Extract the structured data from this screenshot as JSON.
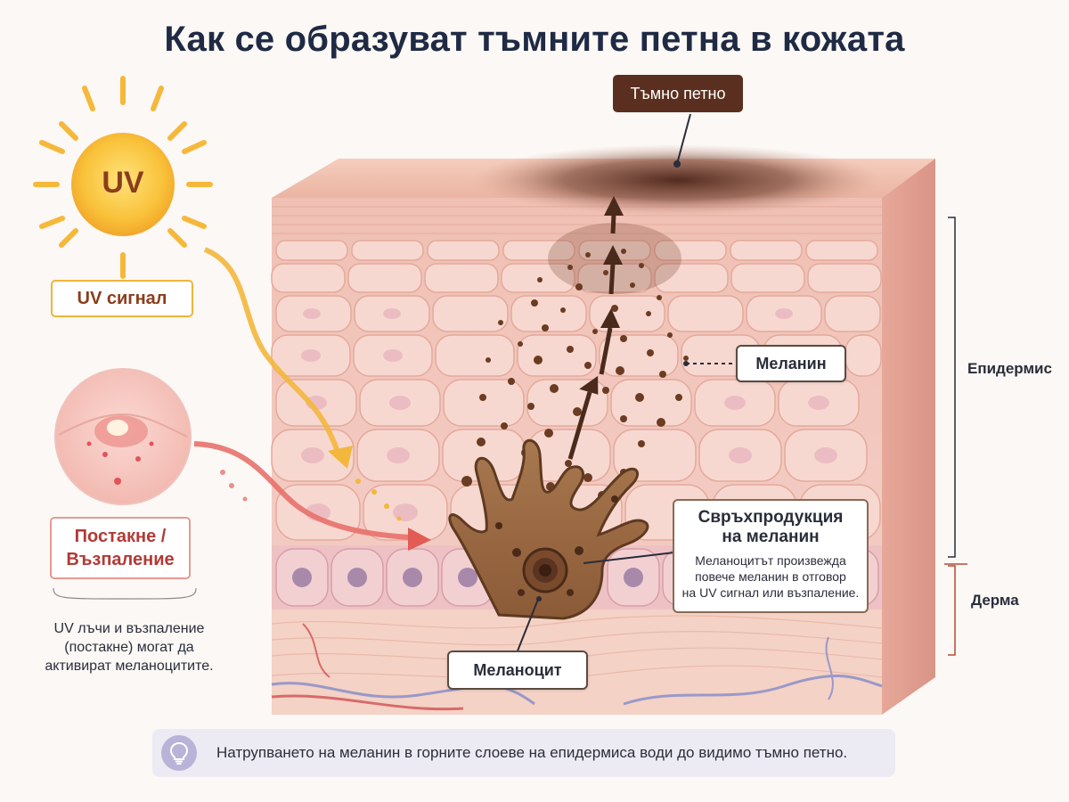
{
  "title": "Как се образуват тъмните петна в кожата",
  "labels": {
    "dark_spot": "Тъмно петно",
    "uv_sun": "UV",
    "uv_signal": "UV сигнал",
    "acne_line1": "Постакне /",
    "acne_line2": "Възпаление",
    "left_note_line1": "UV лъчи и възпаление",
    "left_note_line2": "(постакне) могат да",
    "left_note_line3": "активират меланоцитите.",
    "melanin": "Меланин",
    "melanocyte": "Меланоцит",
    "overproduction_title_line1": "Свръхпродукция",
    "overproduction_title_line2": "на меланин",
    "overproduction_text_line1": "Меланоцитът произвежда",
    "overproduction_text_line2": "повече меланин в отговор",
    "overproduction_text_line3": "на UV сигнал или възпаление.",
    "epidermis": "Епидермис",
    "dermis": "Дерма"
  },
  "footer": {
    "icon": "lightbulb-icon",
    "text": "Натрупването на меланин в горните слоеве на епидермиса води до видимо тъмно петно."
  },
  "colors": {
    "skin_surface": "#f1c2b2",
    "skin_cell": "#f6d4cc",
    "dark_spot": "#5b2f1f",
    "melanin": "#6b3b22",
    "uv_arrow": "#f3b73d",
    "inflammation_arrow": "#e25b55",
    "dermis": "#f5d6cc",
    "title": "#1f2a44"
  }
}
